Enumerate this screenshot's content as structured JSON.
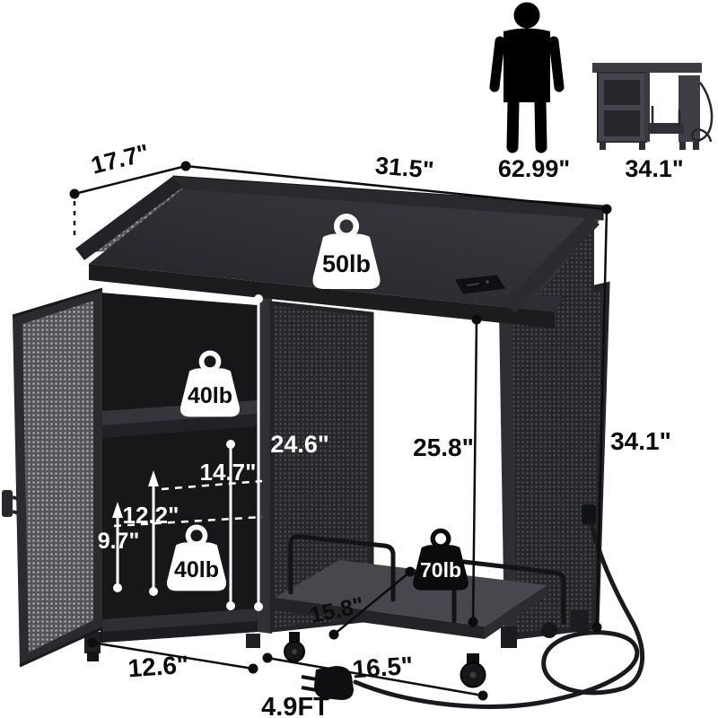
{
  "figure_type": "product-dimension-diagram",
  "product": "mesh-door cpu stand / printer cart with power strip",
  "colors": {
    "background": "#ffffff",
    "annotation": "#0c0c0d",
    "white_annotation": "#ffffff",
    "cabinet_body": "#26262a",
    "mesh_light": "#55555b",
    "mesh_dark": "#2a2a2e",
    "badge_light": "#ffffff",
    "badge_dark": "#0b0b0d"
  },
  "reference_figures": {
    "person_height_label": "62.99\"",
    "mini_cabinet_height_label": "34.1\""
  },
  "dimensions": {
    "top_depth": "17.7\"",
    "top_width": "31.5\"",
    "overall_height": "34.1\"",
    "right_opening_height": "25.8\"",
    "left_interior_height": "24.6\"",
    "shelf_to_bottom": "14.7\"",
    "middle_clearance": "12.2\"",
    "lower_clearance": "9.7\"",
    "left_section_width": "12.6\"",
    "right_section_width": "16.5\"",
    "platform_depth": "15.8\"",
    "power_cord_length": "4.9FT"
  },
  "weight_capacities": {
    "tabletop": "50lb",
    "middle_shelf": "40lb",
    "bottom_shelf": "40lb",
    "cpu_platform": "70lb"
  }
}
